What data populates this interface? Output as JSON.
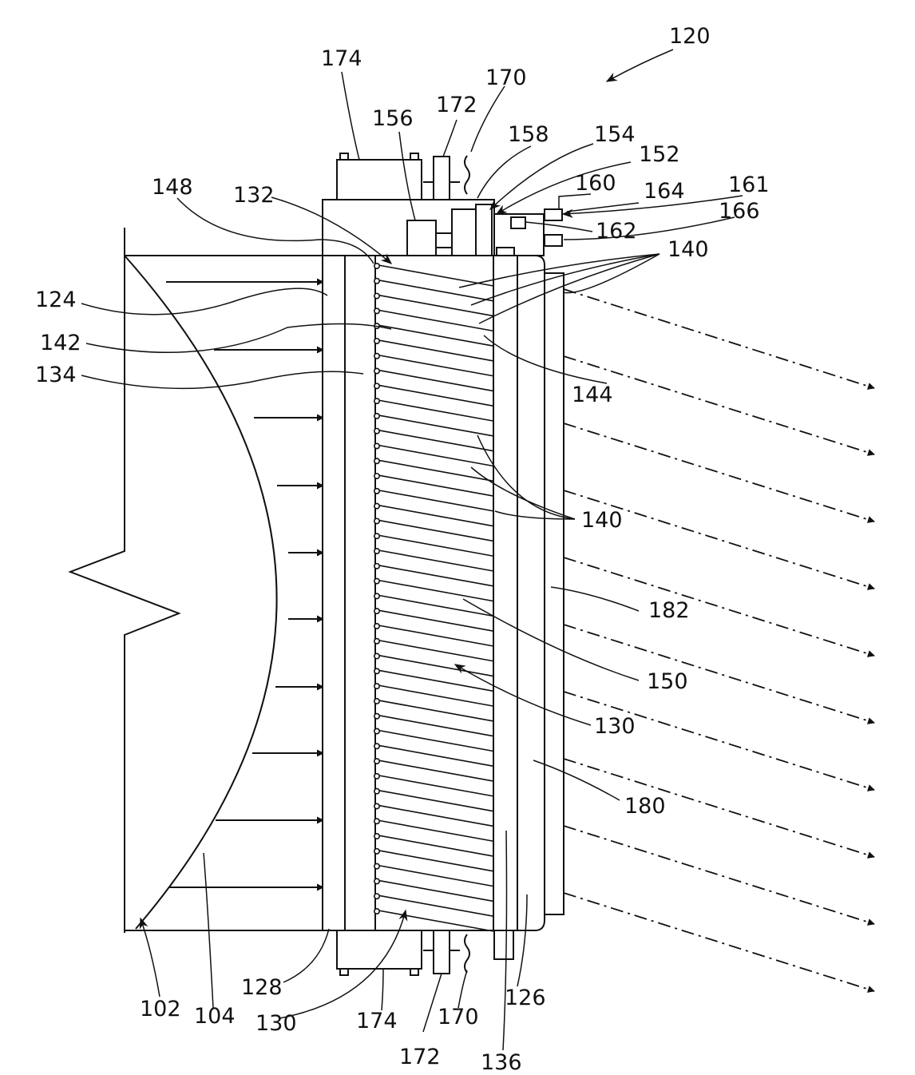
{
  "labels": {
    "l120": "120",
    "l174_top": "174",
    "l170_top": "170",
    "l172_top": "172",
    "l156": "156",
    "l158": "158",
    "l154": "154",
    "l152": "152",
    "l160": "160",
    "l164": "164",
    "l161": "161",
    "l148": "148",
    "l132": "132",
    "l166": "166",
    "l162": "162",
    "l140_top": "140",
    "l124": "124",
    "l142": "142",
    "l134": "134",
    "l144": "144",
    "l140_mid": "140",
    "l182": "182",
    "l150": "150",
    "l130_mid": "130",
    "l180": "180",
    "l128": "128",
    "l102": "102",
    "l104": "104",
    "l130_bot": "130",
    "l174_bot": "174",
    "l170_bot": "170",
    "l126": "126",
    "l172_bot": "172",
    "l136": "136"
  },
  "fins": {
    "count": 44
  },
  "colors": {
    "ink": "#111111",
    "background": "#ffffff"
  }
}
